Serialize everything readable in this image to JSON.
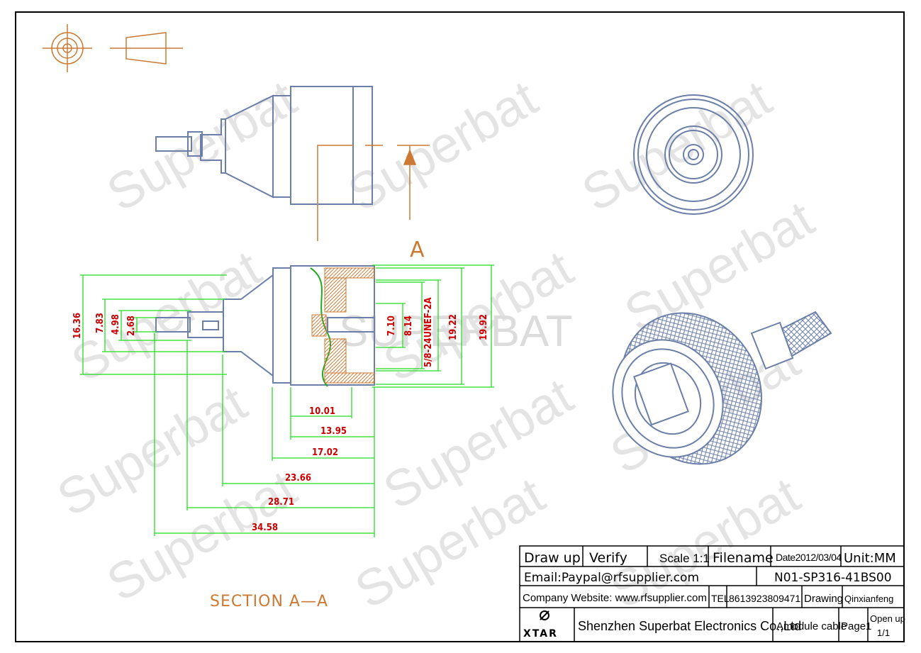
{
  "watermark": {
    "text": "Superbat",
    "center": "SUPERBAT"
  },
  "section_label": "A",
  "section_title": "SECTION  A—A",
  "dimensions": {
    "d16_36": "16.36",
    "d7_83": "7.83",
    "d4_98": "4.98",
    "d2_68": "2.68",
    "d7_10": "7.10",
    "d8_14": "8.14",
    "thread": "5/8-24UNEF-2A",
    "d19_22": "19.22",
    "d19_92": "19.92",
    "d10_01": "10.01",
    "d13_95": "13.95",
    "d17_02": "17.02",
    "d23_66": "23.66",
    "d28_71": "28.71",
    "d34_58": "34.58"
  },
  "title_block": {
    "draw_up": "Draw up",
    "verify": "Verify",
    "scale": "Scale 1:1",
    "filename": "Filename",
    "date": "Date2012/03/04",
    "unit": "Unit:MM",
    "email": "Email:Paypal@rfsupplier.com",
    "part_no": "N01-SP316-41BS00",
    "website": "Company Website:  www.rfsupplier.com",
    "tel_label": "TEL",
    "tel": "8613923809471",
    "drawing": "Drawing",
    "drawer": "Qinxianfeng",
    "logo": "XTAR",
    "company": "Shenzhen Superbat Electronics Co.,Ltd",
    "cable": "Amodule cable",
    "page": "Page1",
    "open_up": "Open up",
    "open_up_page": "1/1"
  },
  "colors": {
    "outline": "#6b7fa8",
    "dim_line": "#22dd22",
    "dim_text": "#cc0000",
    "section": "#cc7a33"
  }
}
